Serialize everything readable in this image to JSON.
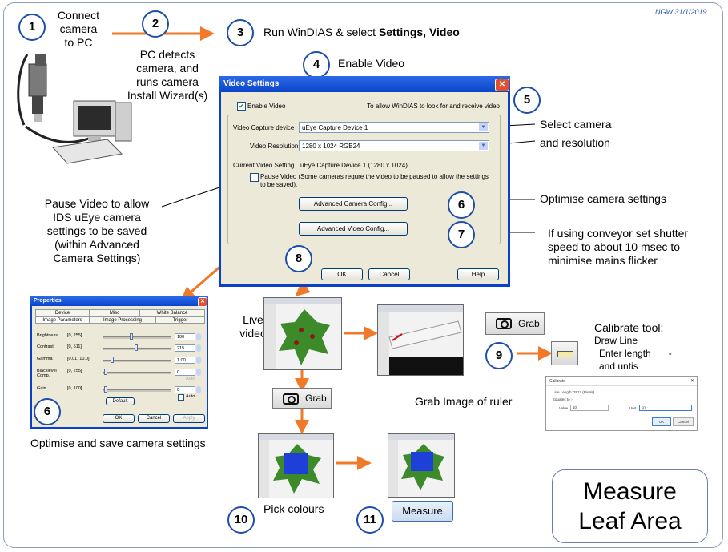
{
  "date_stamp": "NGW 31/1/2019",
  "steps": {
    "s1": {
      "num": "1",
      "text": "Connect camera to PC",
      "lines": [
        "Connect",
        "camera",
        "to PC"
      ]
    },
    "s2": {
      "num": "2",
      "lines": [
        "PC detects",
        "camera, and",
        "runs camera",
        "Install Wizard(s)"
      ]
    },
    "s3": {
      "num": "3",
      "text_plain": "Run WinDIAS  & select ",
      "text_bold": "Settings, Video"
    },
    "s4": {
      "num": "4",
      "text": "Enable Video"
    },
    "s5": {
      "num": "5"
    },
    "s6": {
      "num": "6",
      "text": "Optimise camera settings"
    },
    "s7": {
      "num": "7",
      "lines": [
        "If using conveyor set shutter",
        "speed to about 10 msec to",
        "minimise mains flicker"
      ]
    },
    "s8": {
      "num": "8"
    },
    "s9": {
      "num": "9"
    },
    "s10": {
      "num": "10"
    },
    "s11": {
      "num": "11"
    },
    "s6b": {
      "num": "6"
    }
  },
  "annotations": {
    "select_camera": "Select camera",
    "and_resolution": "and resolution",
    "pause_video": [
      "Pause Video to allow",
      "IDS uEye camera",
      "settings to be saved",
      "(within Advanced",
      "Camera Settings)"
    ],
    "optimise_save": "Optimise and save camera settings",
    "live_video": [
      "Live",
      "video"
    ],
    "grab_ruler": "Grab Image of ruler",
    "calibrate": [
      "Calibrate tool:",
      "Draw Line",
      "Enter length",
      "-",
      "and untis"
    ],
    "pick_colours": "Pick colours",
    "measure_button": "Measure",
    "big_title": [
      "Measure",
      "Leaf Area"
    ]
  },
  "grab_button": {
    "label": "Grab"
  },
  "video_dialog": {
    "title": "Video Settings",
    "close": "✕",
    "enable_label": "Enable Video",
    "enable_checked": true,
    "enable_hint": "To allow WinDIAS to look for and receive video",
    "device_label": "Video Capture device",
    "device_value": "uEye Capture Device 1",
    "resolution_label": "Video Resolution",
    "resolution_value": "1280 x 1024  RGB24",
    "current_label": "Current Video Setting",
    "current_value": "uEye Capture Device 1  (1280 x 1024)",
    "pause_label": "Pause Video (Some cameras requre the video to be paused to allow the settings to be saved).",
    "adv_camera": "Advanced Camera Config...",
    "adv_video": "Advanced Video Config...",
    "ok": "OK",
    "cancel": "Cancel",
    "help": "Help"
  },
  "props_dialog": {
    "title": "Properties",
    "tabs_row1": [
      "Device",
      "Misc",
      "White Balance"
    ],
    "tabs_row2": [
      "Image Parameters",
      "Image Processing",
      "Trigger"
    ],
    "rows": [
      {
        "label": "Brightness",
        "range": "[0, 255]",
        "value": "100"
      },
      {
        "label": "Contrast",
        "range": "[0, 511]",
        "value": "215"
      },
      {
        "label": "Gamma",
        "range": "[0.01, 10.0]",
        "value": "1.00"
      },
      {
        "label": "Blacklevel Comp.",
        "range": "[0, 255]",
        "value": "0"
      },
      {
        "label": "Gain",
        "range": "[0, 100]",
        "value": "0"
      }
    ],
    "auto": "Auto",
    "default": "Default",
    "ok": "OK",
    "cancel": "Cancel",
    "apply": "Apply"
  },
  "calib_dialog": {
    "title": "Calibrate",
    "line1": "Line Length: 2917 (Pixels)",
    "line2": "Equates to :-",
    "value_label": "Value",
    "value": "10",
    "unit_label": "Unit",
    "unit": "cm",
    "ok": "OK",
    "cancel": "Cancel"
  },
  "colors": {
    "accent_blue": "#1f4fa8",
    "arrow_orange": "#f07a2a",
    "xp_title": "#0a45c9"
  }
}
